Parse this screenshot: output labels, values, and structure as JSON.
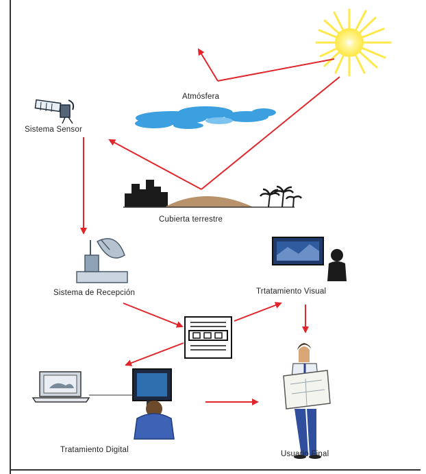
{
  "diagram": {
    "nodes": {
      "atmosphere": "Atmósfera",
      "sensor_system": "Sistema Sensor",
      "land_cover": "Cubierta terrestre",
      "reception_system": "Sistema de Recepción",
      "visual_treatment": "Trtatamiento Visual",
      "digital_treatment": "Tratamiento Digital",
      "end_user": "Usuario Final"
    },
    "colors": {
      "arrow": "#e0262b",
      "sun": "#ffe84a",
      "cloud": "#3b9fe0",
      "frame": "#333333"
    }
  }
}
